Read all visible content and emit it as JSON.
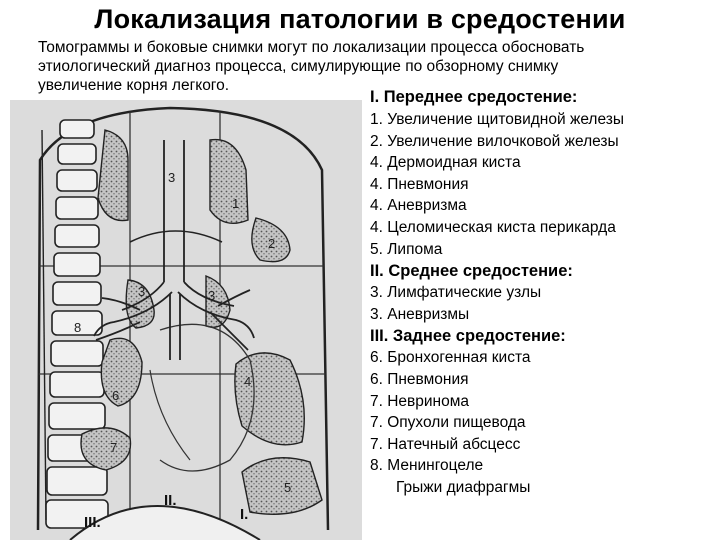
{
  "title": "Локализация патологии в средостении",
  "intro": [
    "Томограммы и боковые снимки могут по локализации процесса обосновать",
    "этиологический диагноз процесса, симулирующие по обзорному снимку",
    "увеличение корня легкого."
  ],
  "figure": {
    "region_numbers": [
      "3",
      "1",
      "2",
      "3",
      "3",
      "4",
      "6",
      "7",
      "8",
      "5"
    ],
    "region_labels": [
      "III.",
      "II.",
      "I."
    ]
  },
  "sections": [
    {
      "heading": "I. Переднее средостение:",
      "items": [
        "1.  Увеличение щитовидной железы",
        "2.  Увеличение вилочковой железы",
        "4.  Дермоидная киста",
        "4.  Пневмония",
        "4.  Аневризма",
        "4.  Целомическая киста перикарда",
        "5. Липома"
      ]
    },
    {
      "heading": "II. Среднее средостение:",
      "items": [
        "3.  Лимфатические узлы",
        "3.  Аневризмы"
      ]
    },
    {
      "heading": "III. Заднее средостение:",
      "items": [
        "6.  Бронхогенная киста",
        "6.  Пневмония",
        "7.  Невринома",
        "7.   Опухоли пищевода",
        "7.   Натечный абсцесс",
        "8.  Менингоцеле",
        "Грыжи диафрагмы"
      ]
    }
  ]
}
